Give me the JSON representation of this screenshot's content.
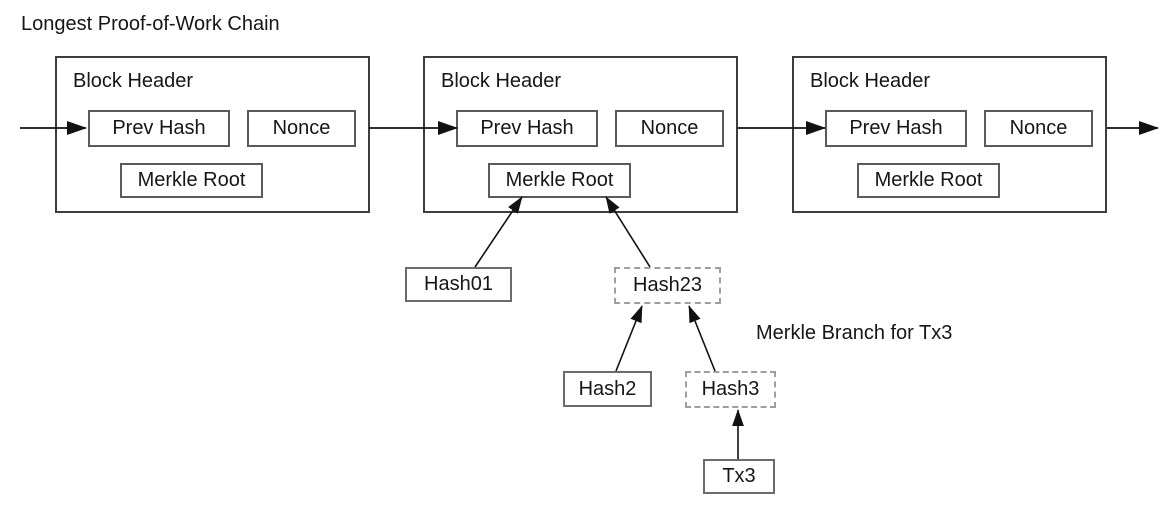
{
  "title": "Longest Proof-of-Work Chain",
  "blocks": [
    {
      "header": "Block Header",
      "prev_hash": "Prev Hash",
      "nonce": "Nonce",
      "merkle_root": "Merkle Root"
    },
    {
      "header": "Block Header",
      "prev_hash": "Prev Hash",
      "nonce": "Nonce",
      "merkle_root": "Merkle Root"
    },
    {
      "header": "Block Header",
      "prev_hash": "Prev Hash",
      "nonce": "Nonce",
      "merkle_root": "Merkle Root"
    }
  ],
  "merkle_tree": {
    "hash01": "Hash01",
    "hash23": "Hash23",
    "hash2": "Hash2",
    "hash3": "Hash3",
    "tx3": "Tx3",
    "branch_label": "Merkle Branch for Tx3"
  },
  "colors": {
    "background": "#ffffff",
    "text": "#161616",
    "block_border": "#3d3d3d",
    "inner_box_border": "#5a5a5a",
    "hash_box_border": "#6b6b6b",
    "dashed_box_border": "#9e9e9e",
    "arrow": "#111111"
  }
}
